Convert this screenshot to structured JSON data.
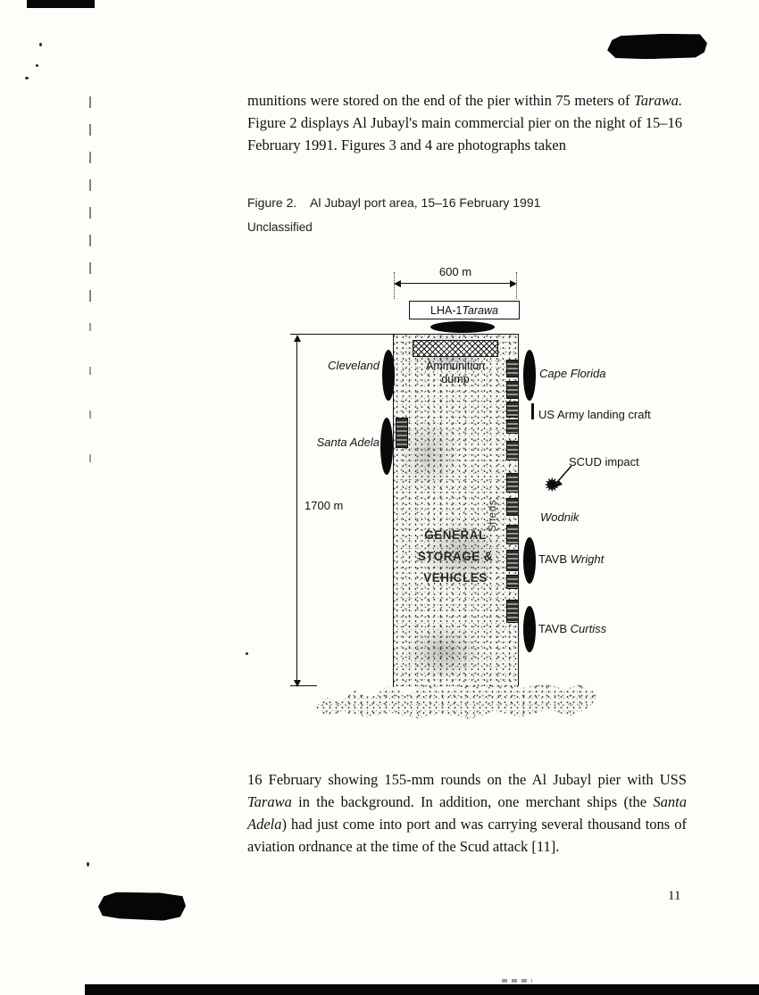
{
  "page": {
    "number": "11",
    "ink": "#111111",
    "paper": "#fdfdfa"
  },
  "top_paragraph": {
    "seg1": "munitions were stored on the end of the pier within 75 meters of ",
    "seg2": "Tarawa.",
    "seg3": " Figure 2 displays Al Jubayl's main commercial pier on the night of 15–16 February 1991. Figures 3 and 4 are photographs taken"
  },
  "figure": {
    "caption": "Figure 2.    Al Jubayl port area, 15–16 February 1991",
    "classification": "Unclassified",
    "dims": {
      "width": "600 m",
      "length": "1700 m"
    },
    "labels": {
      "lha1": "LHA-1 ",
      "lha1_ship": "Tarawa",
      "cleveland": "Cleveland",
      "santa_adela": "Santa Adela",
      "cape_florida": "Cape Florida",
      "us_army": "US Army landing craft",
      "scud": "SCUD impact",
      "wodnik": "Wodnik",
      "tavb": "TAVB ",
      "wright": "Wright",
      "curtiss": "Curtiss",
      "ammo1": "Ammunition",
      "ammo2": "dump",
      "sheds": "Sheds",
      "storage1": "GENERAL",
      "storage2": "STORAGE &",
      "storage3": "VEHICLES"
    },
    "icons": {
      "burst": "✹"
    }
  },
  "bottom_paragraph": {
    "seg1": "16 February showing 155-mm rounds on the Al Jubayl pier with USS ",
    "seg2": "Tarawa",
    "seg3": " in the background. In addition, one merchant ships (the ",
    "seg4": "Santa Adela",
    "seg5": ") had just come into port and was carrying several thousand tons of aviation ordnance at the time of the Scud attack [11]."
  }
}
